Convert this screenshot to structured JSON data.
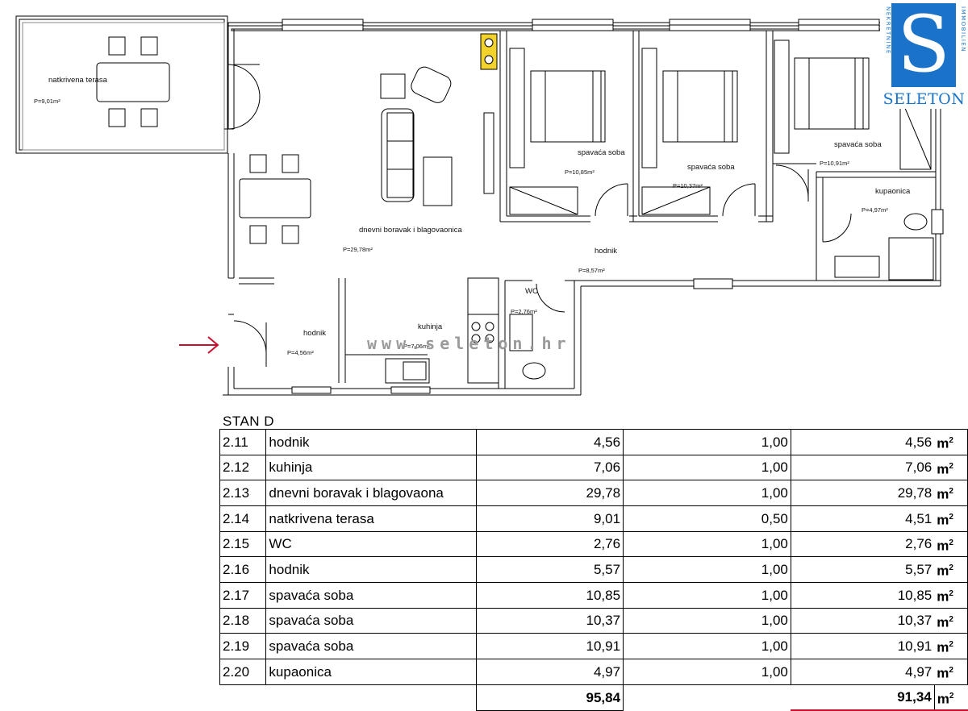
{
  "plan": {
    "rooms": [
      {
        "id": "terasa",
        "name": "natkrivena terasa",
        "area": "P=9,01m²"
      },
      {
        "id": "boravak",
        "name": "dnevni boravak i blagovaonica",
        "area": "P=29,78m²"
      },
      {
        "id": "soba1",
        "name": "spavaća soba",
        "area": "P=10,85m²"
      },
      {
        "id": "soba2",
        "name": "spavaća soba",
        "area": "P=10,37m²"
      },
      {
        "id": "soba3",
        "name": "spavaća soba",
        "area": "P=10,91m²"
      },
      {
        "id": "kupaonica",
        "name": "kupaonica",
        "area": "P=4,97m²"
      },
      {
        "id": "hodnik2",
        "name": "hodnik",
        "area": "P=8,57m²"
      },
      {
        "id": "wc",
        "name": "WC",
        "area": "P=2,76m²"
      },
      {
        "id": "kuhinja",
        "name": "kuhinja",
        "area": "P=7,06m²"
      },
      {
        "id": "hodnik1",
        "name": "hodnik",
        "area": "P=4,56m²"
      }
    ],
    "watermark": "www.seleton.hr"
  },
  "logo": {
    "brand": "SELETON",
    "vertical_left": "NEKRETNINE",
    "vertical_right": "IMMOBILIEN",
    "letter": "S",
    "color": "#1a73c9"
  },
  "table": {
    "title": "STAN D",
    "rows": [
      {
        "code": "2.11",
        "name": "hodnik",
        "area": "4,56",
        "coef": "1,00",
        "result": "4,56",
        "unit": "m"
      },
      {
        "code": "2.12",
        "name": "kuhinja",
        "area": "7,06",
        "coef": "1,00",
        "result": "7,06",
        "unit": "m"
      },
      {
        "code": "2.13",
        "name": "dnevni boravak i blagovaona",
        "area": "29,78",
        "coef": "1,00",
        "result": "29,78",
        "unit": "m"
      },
      {
        "code": "2.14",
        "name": "natkrivena terasa",
        "area": "9,01",
        "coef": "0,50",
        "result": "4,51",
        "unit": "m"
      },
      {
        "code": "2.15",
        "name": "WC",
        "area": "2,76",
        "coef": "1,00",
        "result": "2,76",
        "unit": "m"
      },
      {
        "code": "2.16",
        "name": "hodnik",
        "area": "5,57",
        "coef": "1,00",
        "result": "5,57",
        "unit": "m"
      },
      {
        "code": "2.17",
        "name": "spavaća soba",
        "area": "10,85",
        "coef": "1,00",
        "result": "10,85",
        "unit": "m"
      },
      {
        "code": "2.18",
        "name": "spavaća soba",
        "area": "10,37",
        "coef": "1,00",
        "result": "10,37",
        "unit": "m"
      },
      {
        "code": "2.19",
        "name": "spavaća soba",
        "area": "10,91",
        "coef": "1,00",
        "result": "10,91",
        "unit": "m"
      },
      {
        "code": "2.20",
        "name": "kupaonica",
        "area": "4,97",
        "coef": "1,00",
        "result": "4,97",
        "unit": "m"
      }
    ],
    "total_area": "95,84",
    "total_result": "91,34",
    "total_unit": "m",
    "unit_sup": "2"
  },
  "colors": {
    "accent": "#c8102e",
    "brand": "#1a73c9"
  }
}
